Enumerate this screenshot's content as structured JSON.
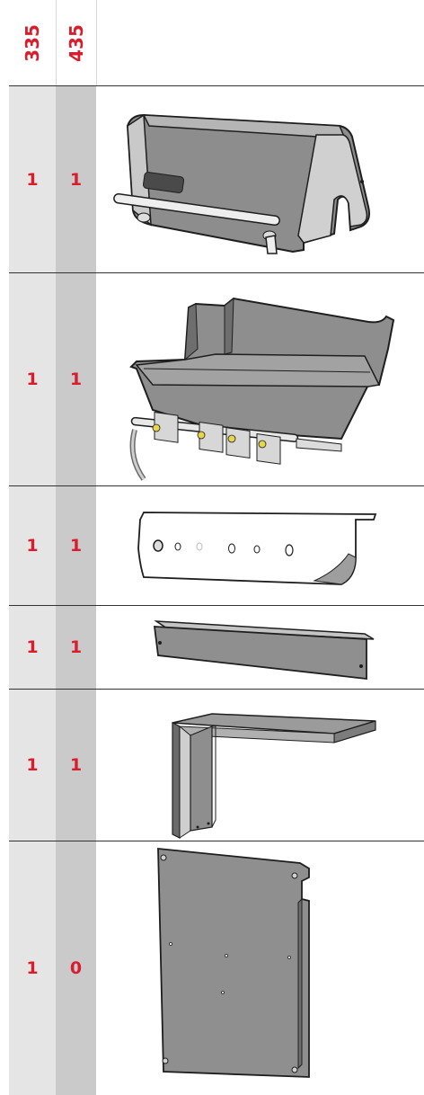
{
  "headers": {
    "col1": "335",
    "col2": "435"
  },
  "rows": [
    {
      "name": "lid",
      "q335": "1",
      "q435": "1"
    },
    {
      "name": "cookbox",
      "q335": "1",
      "q435": "1"
    },
    {
      "name": "control-panel",
      "q335": "1",
      "q435": "1"
    },
    {
      "name": "grease-tray-rail",
      "q335": "1",
      "q435": "1"
    },
    {
      "name": "side-panel",
      "q335": "1",
      "q435": "1"
    },
    {
      "name": "rear-panel",
      "q335": "1",
      "q435": "0"
    }
  ],
  "colors": {
    "accent": "#d81e2c",
    "col1_bg": "#e5e5e5",
    "col2_bg": "#cacaca",
    "line": "#333333"
  }
}
